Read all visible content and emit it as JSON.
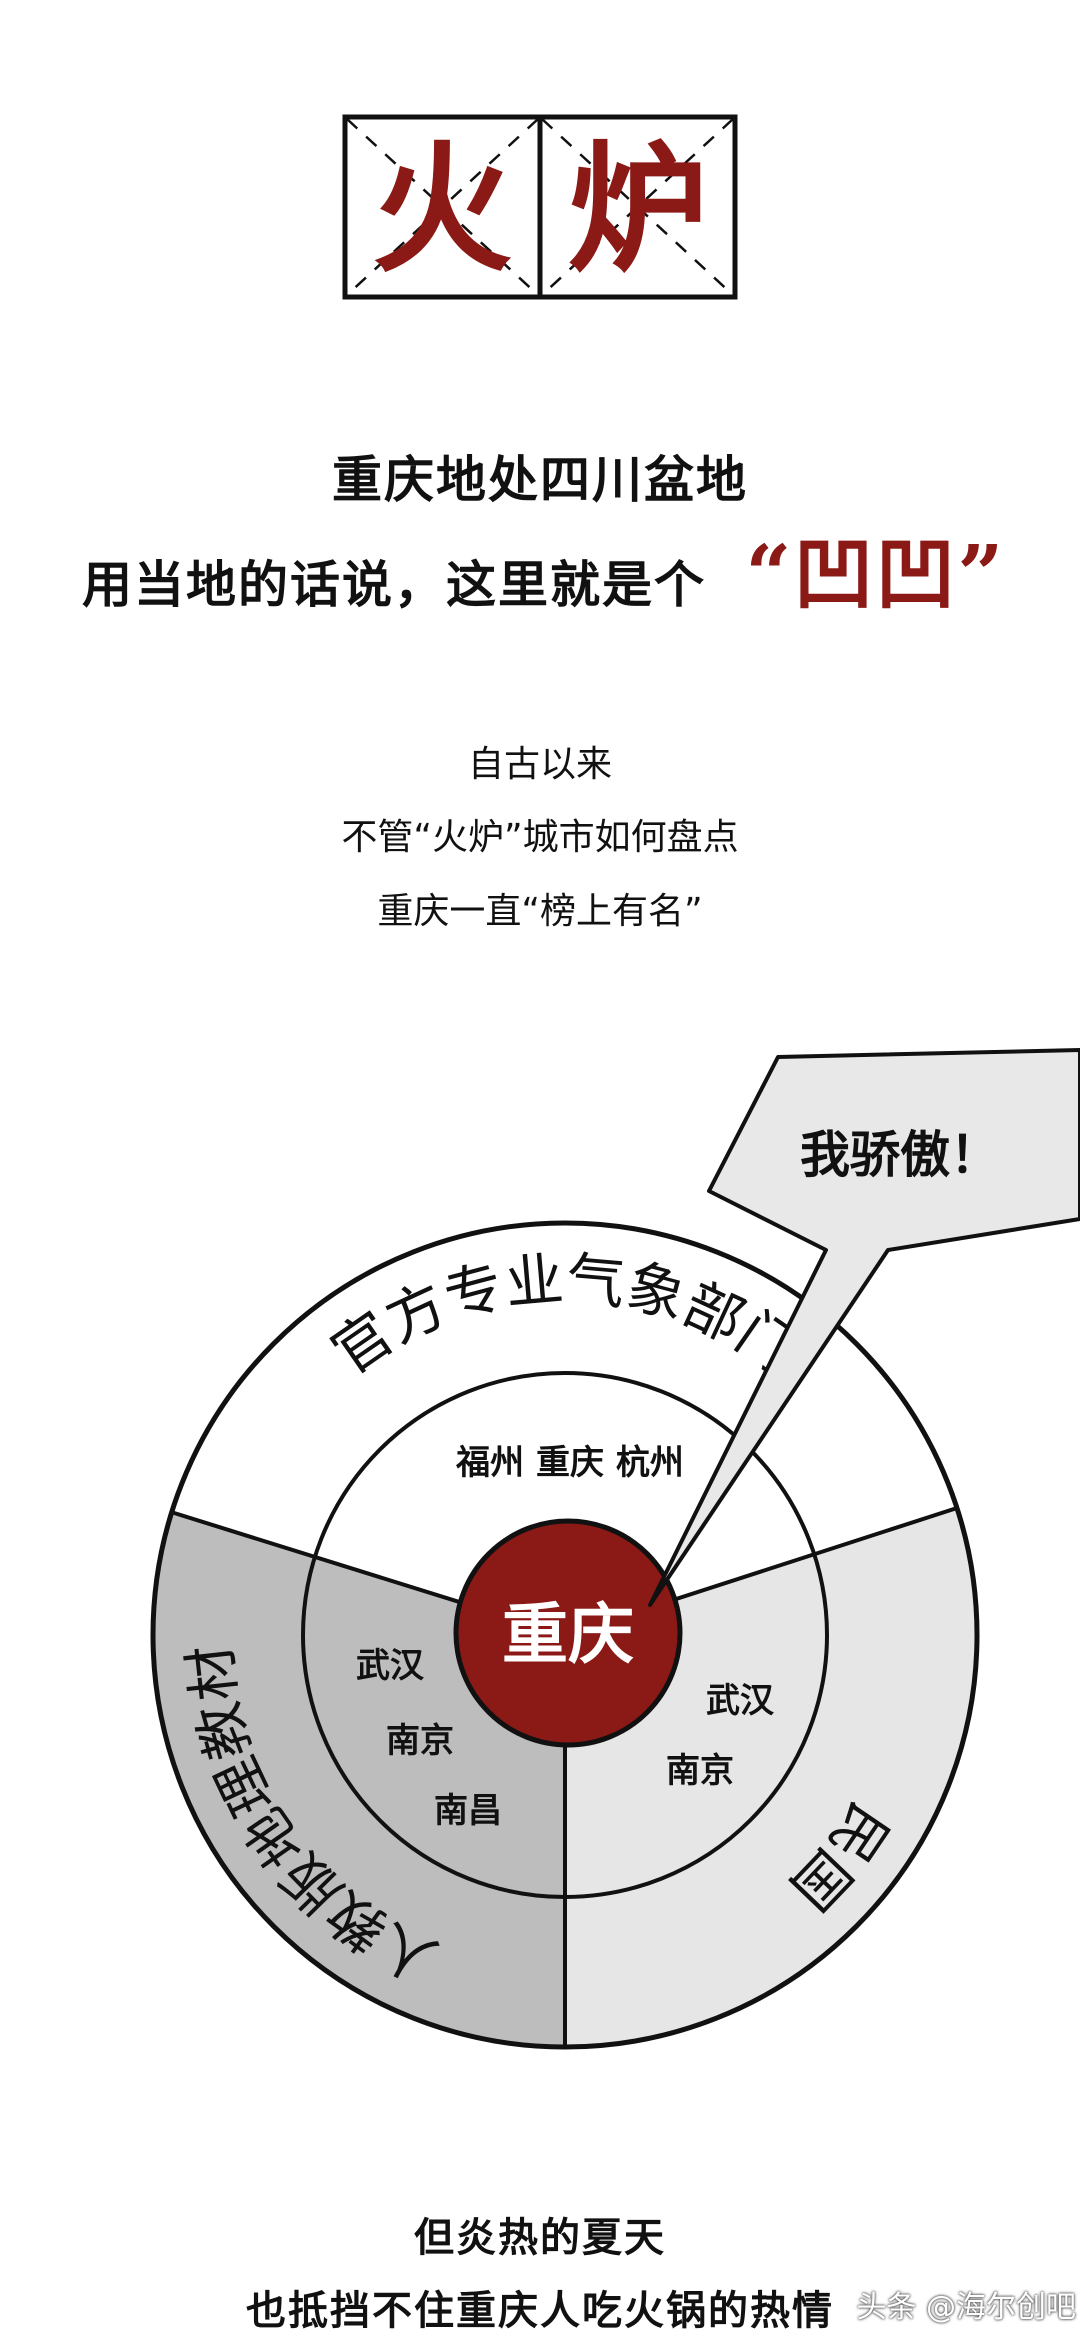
{
  "title": {
    "chars": [
      "火",
      "炉"
    ],
    "color": "#8b1a17"
  },
  "intro": {
    "line1": "重庆地处四川盆地",
    "line2": "用当地的话说，这里就是个",
    "highlight": "“凹凹”"
  },
  "middle": {
    "lines": [
      "自古以来",
      "不管“火炉”城市如何盘点",
      "重庆一直“榜上有名”"
    ]
  },
  "diagram": {
    "center": "重庆",
    "speech": "我骄傲！",
    "sectors": {
      "top": {
        "label": "官方专业气象部门",
        "cities": "福州 重庆 杭州"
      },
      "left": {
        "label": "人教版地理教材",
        "cities": [
          "武汉",
          "南京",
          "南昌"
        ]
      },
      "right": {
        "label": "民国",
        "cities": [
          "武汉",
          "南京"
        ]
      }
    },
    "colors": {
      "center": "#8b1a17",
      "left": "#bdbdbd",
      "right": "#e6e6e6",
      "bubble": "#e8e8e8"
    }
  },
  "footer": {
    "line1": "但炎热的夏天",
    "line2": "也抵挡不住重庆人吃火锅的热情"
  },
  "watermark": "头条 @海尔创吧"
}
